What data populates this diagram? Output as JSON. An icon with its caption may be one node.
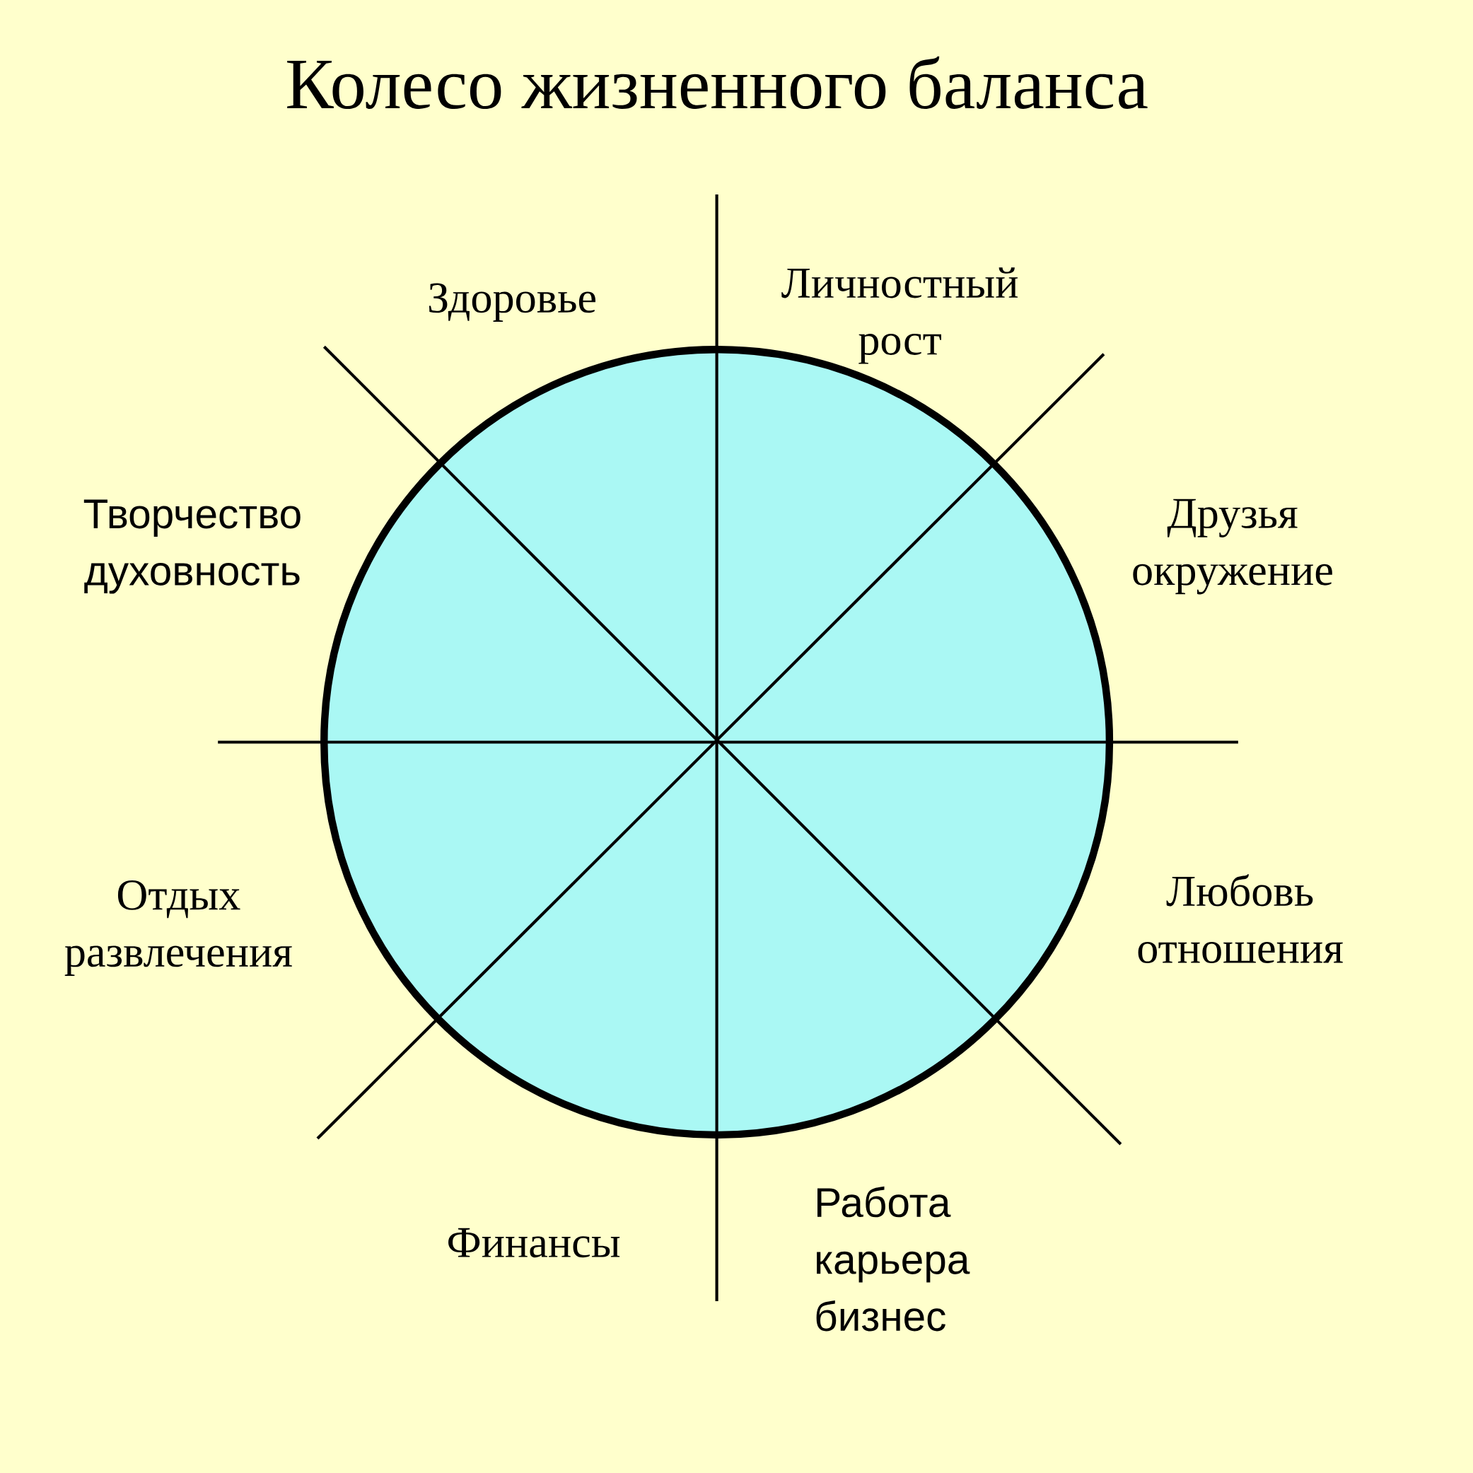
{
  "diagram": {
    "title": "Колесо жизненного баланса",
    "labels": [
      "Здоровье",
      "Личностный рост",
      "Творчество духовность",
      "Друзья окружение",
      "Отдых развлечения",
      "Любовь отношения",
      "Финансы",
      "Работа карьера бизнес"
    ]
  }
}
